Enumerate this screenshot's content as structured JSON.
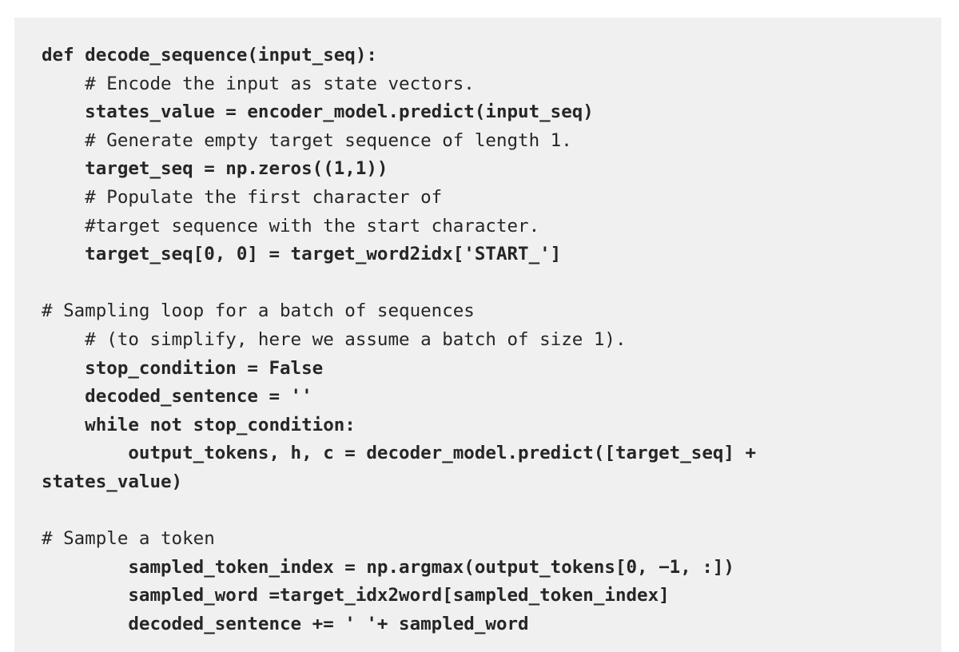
{
  "document": {
    "kind": "code-snippet-image",
    "language": "python",
    "background_color": "#ffffff",
    "code_block_background": "#f0f0f0",
    "text_color": "#262626"
  },
  "code": {
    "lines": [
      {
        "text": "def decode_sequence(input_seq):",
        "style": "bold"
      },
      {
        "text": "    # Encode the input as state vectors.",
        "style": "comment"
      },
      {
        "text": "    states_value = encoder_model.predict(input_seq)",
        "style": "bold"
      },
      {
        "text": "    # Generate empty target sequence of length 1.",
        "style": "comment"
      },
      {
        "text": "    target_seq = np.zeros((1,1))",
        "style": "bold"
      },
      {
        "text": "    # Populate the first character of",
        "style": "comment"
      },
      {
        "text": "    #target sequence with the start character.",
        "style": "comment"
      },
      {
        "text": "    target_seq[0, 0] = target_word2idx['START_']",
        "style": "bold"
      },
      {
        "text": "",
        "style": "blank"
      },
      {
        "text": "# Sampling loop for a batch of sequences",
        "style": "comment"
      },
      {
        "text": "    # (to simplify, here we assume a batch of size 1).",
        "style": "comment"
      },
      {
        "text": "    stop_condition = False",
        "style": "bold"
      },
      {
        "text": "    decoded_sentence = ''",
        "style": "bold"
      },
      {
        "text": "    while not stop_condition:",
        "style": "bold"
      },
      {
        "text": "        output_tokens, h, c = decoder_model.predict([target_seq] +",
        "style": "bold"
      },
      {
        "text": "states_value)",
        "style": "bold"
      },
      {
        "text": "",
        "style": "blank"
      },
      {
        "text": "# Sample a token",
        "style": "comment"
      },
      {
        "text": "        sampled_token_index = np.argmax(output_tokens[0, −1, :])",
        "style": "bold"
      },
      {
        "text": "        sampled_word =target_idx2word[sampled_token_index]",
        "style": "bold"
      },
      {
        "text": "        decoded_sentence += ' '+ sampled_word",
        "style": "bold"
      }
    ]
  }
}
